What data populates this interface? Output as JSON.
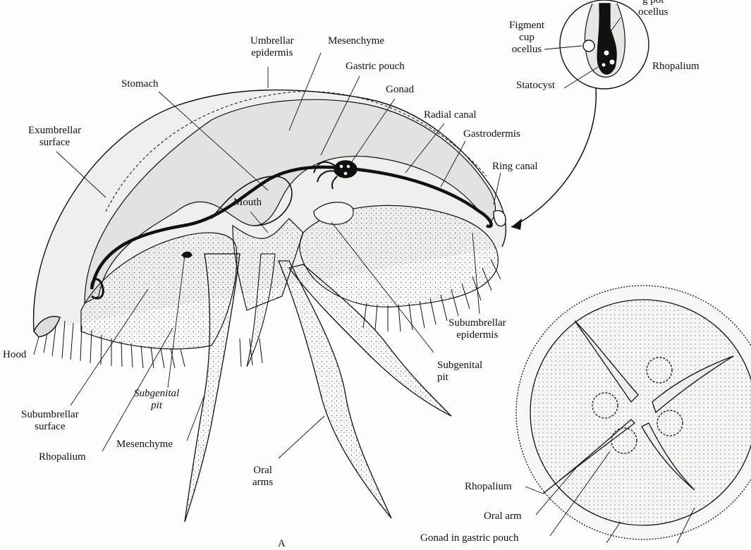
{
  "labels": {
    "figment_cup": [
      "Figment",
      "cup",
      "ocellus"
    ],
    "top_ocellus": [
      "g     pot",
      "ocellus"
    ],
    "rhopalium_inset": "Rhopalium",
    "statocyst": "Statocyst",
    "umbrellar_epidermis": [
      "Umbrellar",
      "epidermis"
    ],
    "mesenchyme_top": "Mesenchyme",
    "gastric_pouch": "Gastric pouch",
    "stomach": "Stomach",
    "gonad": "Gonad",
    "radial_canal": "Radial canal",
    "gastrodermis": "Gastrodermis",
    "exumbrellar_surface": [
      "Exumbrellar",
      "surface"
    ],
    "ring_canal": "Ring canal",
    "mouth": "Mouth",
    "subumbrellar_epidermis": [
      "Subumbrellar",
      "epidermis"
    ],
    "subgenital_pit_right": [
      "Subgenital",
      "pit"
    ],
    "hood": "Hood",
    "subgenital_pit_left": [
      "Subgenital",
      "pit"
    ],
    "subumbrellar_surface": [
      "Subumbrellar",
      "surface"
    ],
    "rhopalium_left": "Rhopalium",
    "mesenchyme_bottom": "Mesenchyme",
    "oral_arms": [
      "Oral",
      "arms"
    ],
    "rhopalium_right": "Rhopalium",
    "oral_arm": "Oral arm",
    "gonad_in_gastric_pouch": "Gonad in gastric pouch",
    "figure_letter": "A"
  },
  "colors": {
    "ink": "#111111",
    "mesoglea_fill": "#e4e4e0",
    "paper": "#fdfdfb"
  }
}
